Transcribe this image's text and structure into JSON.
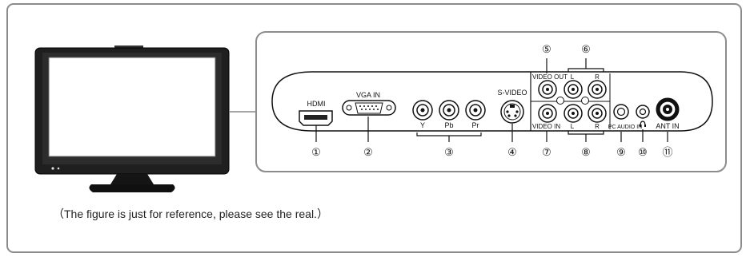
{
  "labels": {
    "hdmi": "HDMI",
    "vga_in": "VGA IN",
    "y": "Y",
    "pb": "Pb",
    "pr": "Pr",
    "s_video": "S-VIDEO",
    "video_out": "VIDEO OUT",
    "video_in": "VIDEO IN",
    "l_top": "L",
    "r_top": "R",
    "l_bottom": "L",
    "r_bottom": "R",
    "pc_audio_in": "PC AUDIO IN",
    "ant_in": "ANT IN"
  },
  "callouts": [
    "①",
    "②",
    "③",
    "④",
    "⑤",
    "⑥",
    "⑦",
    "⑧",
    "⑨",
    "⑩",
    "⑪"
  ],
  "caption": "（The figure is just for reference, please see the real.）"
}
